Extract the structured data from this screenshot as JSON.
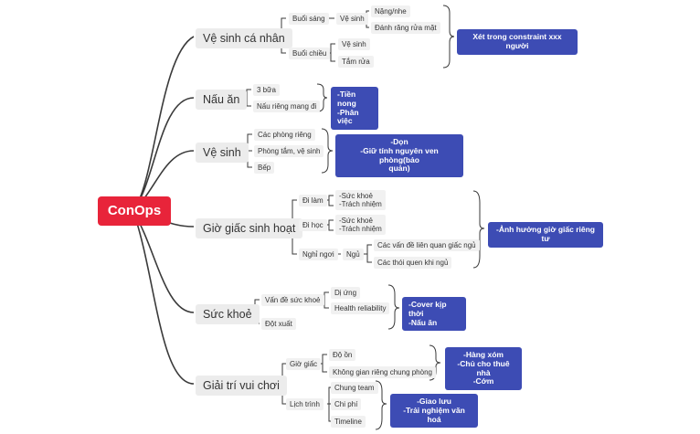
{
  "root": "ConOps",
  "branches": {
    "ve_sinh_ca_nhan": {
      "label": "Vệ sinh cá nhân",
      "buoi_sang": "Buổi sáng",
      "ve_sinh": "Vệ sinh",
      "nang_nhe": "Nặng/nhe",
      "danh_rang": "Đánh răng rửa mặt",
      "buoi_chieu": "Buổi chiều",
      "ve_sinh_2": "Vệ sinh",
      "tam_rua": "Tắm rửa",
      "note": [
        "Xét trong constraint xxx người"
      ]
    },
    "nau_an": {
      "label": "Nấu ăn",
      "ba_bua": "3 bữa",
      "nau_rieng": "Nấu riêng mang đi",
      "note": [
        "-Tiền nong",
        "-Phân việc"
      ]
    },
    "ve_sinh": {
      "label": "Vệ sinh",
      "phong_rieng": "Các phòng riêng",
      "phong_tam": "Phòng tắm, vệ sinh",
      "bep": "Bếp",
      "note": [
        "-Dọn",
        "-Giữ tính nguyên ven phòng(bảo",
        "quản)"
      ]
    },
    "gio_giac": {
      "label": "Giờ giấc sinh hoạt",
      "di_lam": "Đi làm",
      "di_lam_info": [
        "-Sức khoẻ",
        "-Trách nhiệm"
      ],
      "di_hoc": "Đi học",
      "di_hoc_info": [
        "-Sức khoẻ",
        "-Trách nhiệm"
      ],
      "nghi_ngoi": "Nghỉ ngơi",
      "ngu": "Ngủ",
      "van_de_giac_ngu": "Các vấn đề liên quan giấc ngủ",
      "thoi_quen": "Các thói quen khi ngủ",
      "note": [
        "-Ảnh hưởng giờ giấc riêng tư"
      ]
    },
    "suc_khoe": {
      "label": "Sức khoẻ",
      "van_de_suc_khoe": "Vấn đề sức khoẻ",
      "di_ung": "Dị ứng",
      "health_reliability": "Health reliability",
      "dot_xuat": "Đột xuất",
      "note": [
        "-Cover kịp thời",
        "-Nấu ăn"
      ]
    },
    "giai_tri": {
      "label": "Giải trí vui chơi",
      "gio_giac": "Giờ giấc",
      "do_on": "Độ ồn",
      "khong_gian": "Không gian riêng chung phòng",
      "note1": [
        "-Hàng xóm",
        "-Chủ cho thuê nhà",
        "-Cớm"
      ],
      "lich_trinh": "Lịch trình",
      "chung_team": "Chung team",
      "chi_phi": "Chi phí",
      "timeline": "Timeline",
      "note2": [
        "-Giao lưu",
        "-Trải nghiệm văn hoá"
      ]
    }
  }
}
